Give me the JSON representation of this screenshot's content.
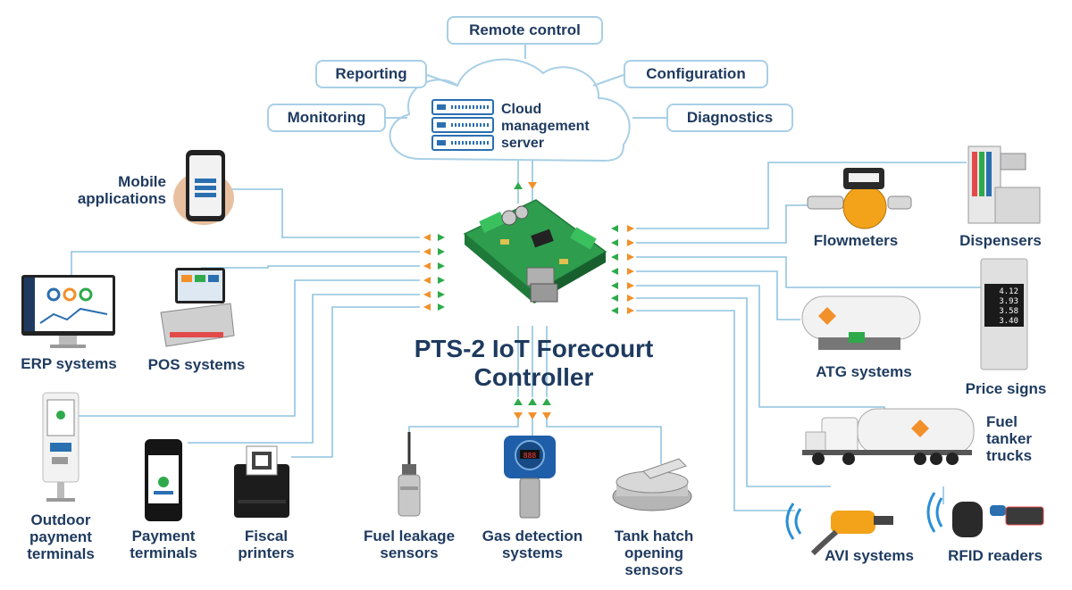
{
  "cloud": {
    "label_lines": [
      "Cloud",
      "management",
      "server"
    ],
    "functions": [
      "Remote control",
      "Reporting",
      "Configuration",
      "Monitoring",
      "Diagnostics"
    ]
  },
  "controller": {
    "title_lines": [
      "PTS-2 IoT Forecourt",
      "Controller"
    ]
  },
  "left_devices": {
    "mobile": [
      "Mobile",
      "applications"
    ],
    "erp": [
      "ERP systems"
    ],
    "pos": [
      "POS systems"
    ],
    "outdoor": [
      "Outdoor",
      "payment",
      "terminals"
    ],
    "payment": [
      "Payment",
      "terminals"
    ],
    "fiscal": [
      "Fiscal",
      "printers"
    ]
  },
  "bottom_devices": {
    "leakage": [
      "Fuel leakage",
      "sensors"
    ],
    "gas": [
      "Gas detection",
      "systems"
    ],
    "hatch": [
      "Tank hatch",
      "opening",
      "sensors"
    ]
  },
  "right_devices": {
    "flowmeters": [
      "Flowmeters"
    ],
    "dispensers": [
      "Dispensers"
    ],
    "atg": [
      "ATG systems"
    ],
    "price": [
      "Price signs"
    ],
    "tanker": [
      "Fuel",
      "tanker",
      "trucks"
    ],
    "avi": [
      "AVI systems"
    ],
    "rfid": [
      "RFID readers"
    ]
  },
  "price_sign_values": [
    "4.12",
    "3.93",
    "3.58",
    "3.40"
  ],
  "gas_display_value": "888",
  "colors": {
    "text": "#1e3a5f",
    "line": "#8fc4df",
    "arrow_green": "#2eaa4a",
    "arrow_orange": "#f2902a",
    "board": "#2e9d4e"
  }
}
